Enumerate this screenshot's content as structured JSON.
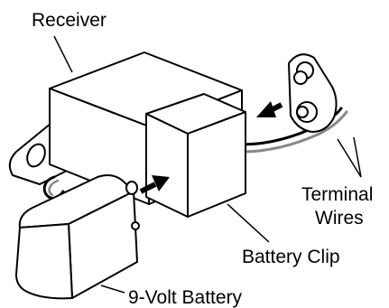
{
  "labels": {
    "receiver": "Receiver",
    "terminal_wires_line1": "Terminal",
    "terminal_wires_line2": "Wires",
    "battery_clip": "Battery Clip",
    "battery": "9-Volt Battery"
  }
}
